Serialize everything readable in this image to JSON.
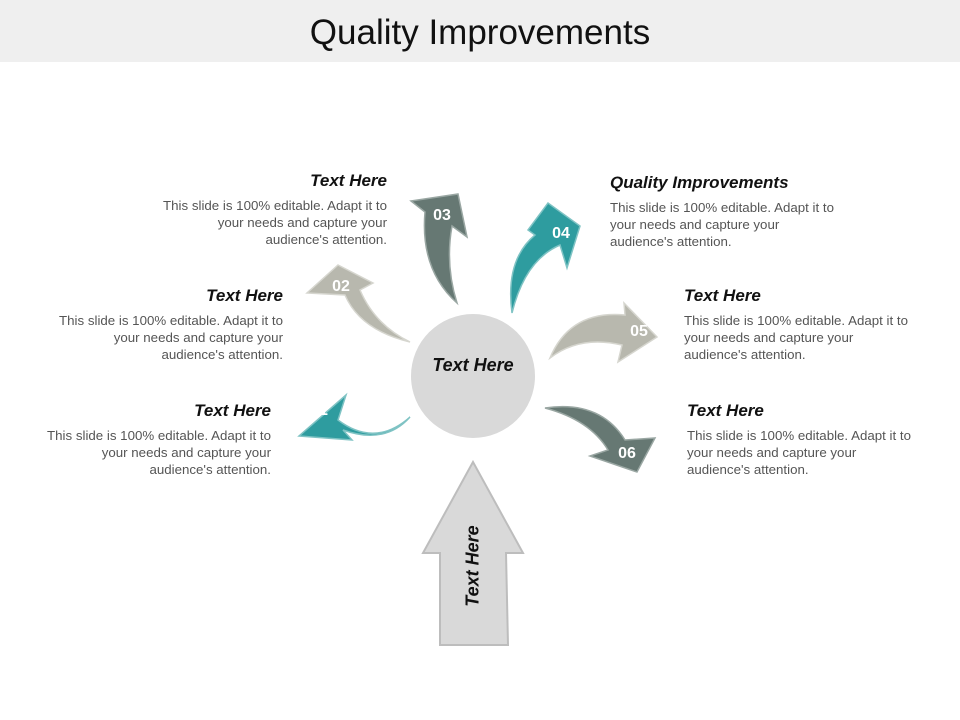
{
  "title": "Quality Improvements",
  "center": {
    "label": "Text Here"
  },
  "bottom_arrow": {
    "label": "Text Here"
  },
  "colors": {
    "teal": "#2e9c9f",
    "dark_gray": "#667873",
    "light_gray": "#b8b8ae",
    "circle": "#d9d9d9"
  },
  "steps": [
    {
      "number": "01",
      "heading": "Text Here",
      "body": "This slide is 100% editable. Adapt it to your needs and capture your audience's attention."
    },
    {
      "number": "02",
      "heading": "Text Here",
      "body": "This slide is 100% editable. Adapt it to your needs and capture your audience's attention."
    },
    {
      "number": "03",
      "heading": "Text Here",
      "body": "This slide is 100% editable. Adapt it to your needs and capture your audience's attention."
    },
    {
      "number": "04",
      "heading": "Quality Improvements",
      "body": "This slide is 100% editable. Adapt it to your needs and capture your audience's attention."
    },
    {
      "number": "05",
      "heading": "Text Here",
      "body": "This slide is 100% editable. Adapt it to your needs and capture your audience's attention."
    },
    {
      "number": "06",
      "heading": "Text Here",
      "body": "This slide is 100% editable. Adapt it to your needs and capture your audience's attention."
    }
  ]
}
